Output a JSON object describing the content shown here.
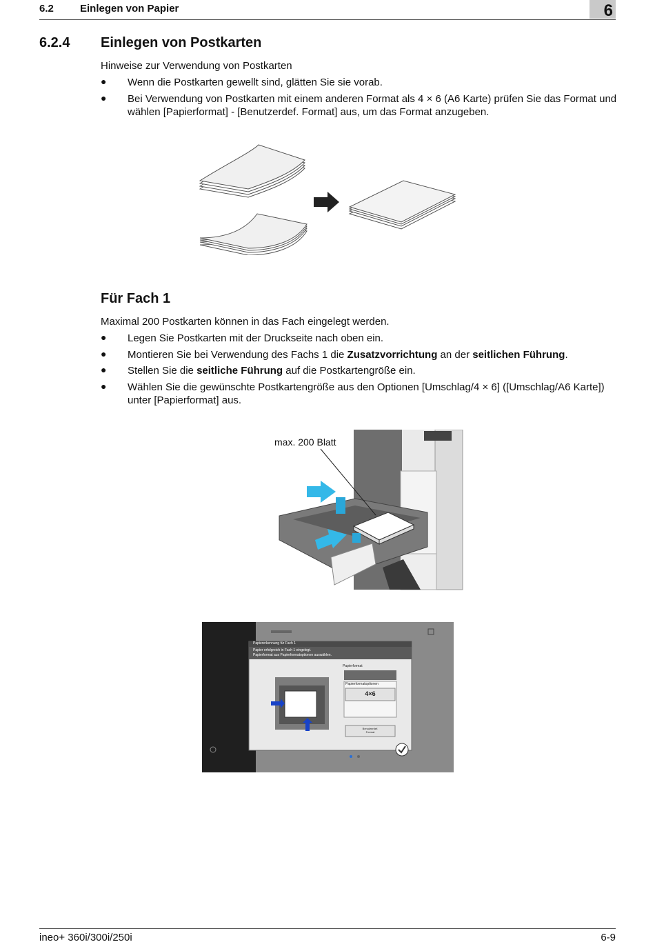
{
  "header": {
    "section_number": "6.2",
    "section_title": "Einlegen von Papier",
    "chapter_number": "6"
  },
  "main": {
    "section_number": "6.2.4",
    "section_title": "Einlegen von Postkarten",
    "intro": "Hinweise zur Verwendung von Postkarten",
    "notes": [
      "Wenn die Postkarten gewellt sind, glätten Sie sie vorab.",
      "Bei Verwendung von Postkarten mit einem anderen Format als 4 × 6 (A6 Karte) prüfen Sie das Format und wählen [Papierformat] - [Benutzerdef. Format] aus, um das Format anzugeben."
    ],
    "subsection_title": "Für Fach 1",
    "capacity_text": "Maximal 200 Postkarten können in das Fach eingelegt werden.",
    "steps": {
      "s1": "Legen Sie Postkarten mit der Druckseite nach oben ein.",
      "s2_a": "Montieren Sie bei Verwendung des Fachs 1 die ",
      "s2_b": "Zusatzvorrichtung",
      "s2_c": " an der ",
      "s2_d": "seitlichen Führung",
      "s2_e": ".",
      "s3_a": "Stellen Sie die ",
      "s3_b": "seitliche Führung",
      "s3_c": " auf die Postkartengröße ein.",
      "s4": "Wählen Sie die gewünschte Postkartengröße aus den Optionen [Umschlag/4 × 6] ([Umschlag/A6 Karte]) unter [Papierformat] aus."
    },
    "tray_callout": "max. 200 Blatt",
    "screen": {
      "dialog_title": "Papiererkennung für Fach 1",
      "message_line1": "Papier erfolgreich in Fach 1 eingelegt.",
      "message_line2": "Papierformat aus Papierformatoptionen auswählen.",
      "paper_format_label": "Papierformat",
      "options_label": "Papierformatoptionen",
      "option_value": "4×6",
      "custom_button_line1": "Benutzerdef.",
      "custom_button_line2": "Format"
    }
  },
  "footer": {
    "model": "ineo+ 360i/300i/250i",
    "page": "6-9"
  }
}
